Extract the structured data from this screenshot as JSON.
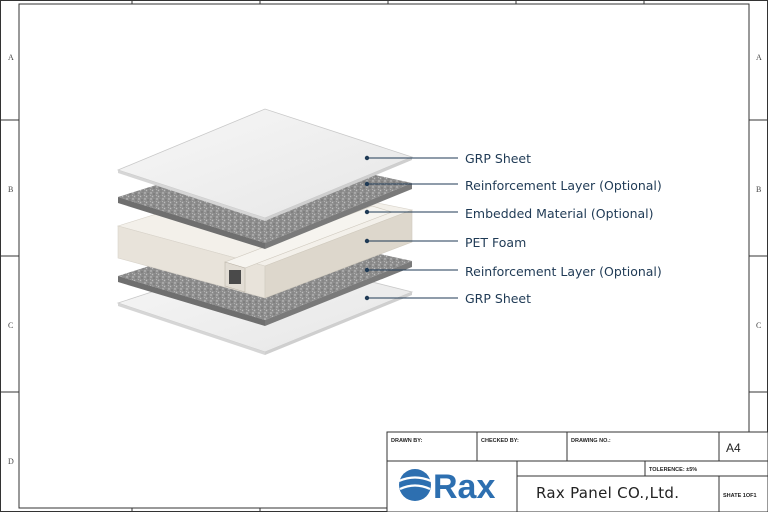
{
  "zones": {
    "left": [
      "A",
      "B",
      "C",
      "D"
    ],
    "right": [
      "A",
      "B",
      "C"
    ]
  },
  "layers": [
    {
      "label": "GRP Sheet"
    },
    {
      "label": "Reinforcement Layer (Optional)"
    },
    {
      "label": "Embedded Material (Optional)"
    },
    {
      "label": "PET Foam"
    },
    {
      "label": "Reinforcement Layer (Optional)"
    },
    {
      "label": "GRP Sheet"
    }
  ],
  "title_block": {
    "drawn_by": "DRAWN BY:",
    "checked_by": "CHECKED BY:",
    "drawing_no": "DRAWING NO.:",
    "size": "A4",
    "tolerance": "TOLERENCE: ±5%",
    "logo": "Rax",
    "company": "Rax Panel CO.,Ltd.",
    "sheet": "SHATE 1OF1"
  },
  "colors": {
    "border": "#333333",
    "callout_text": "#1f3a55",
    "logo_blue": "#2d6fb0",
    "sheet_fill": "#efefef",
    "reinforcement_fill": "#8e8e8e",
    "foam_fill": "#ede9e2"
  }
}
